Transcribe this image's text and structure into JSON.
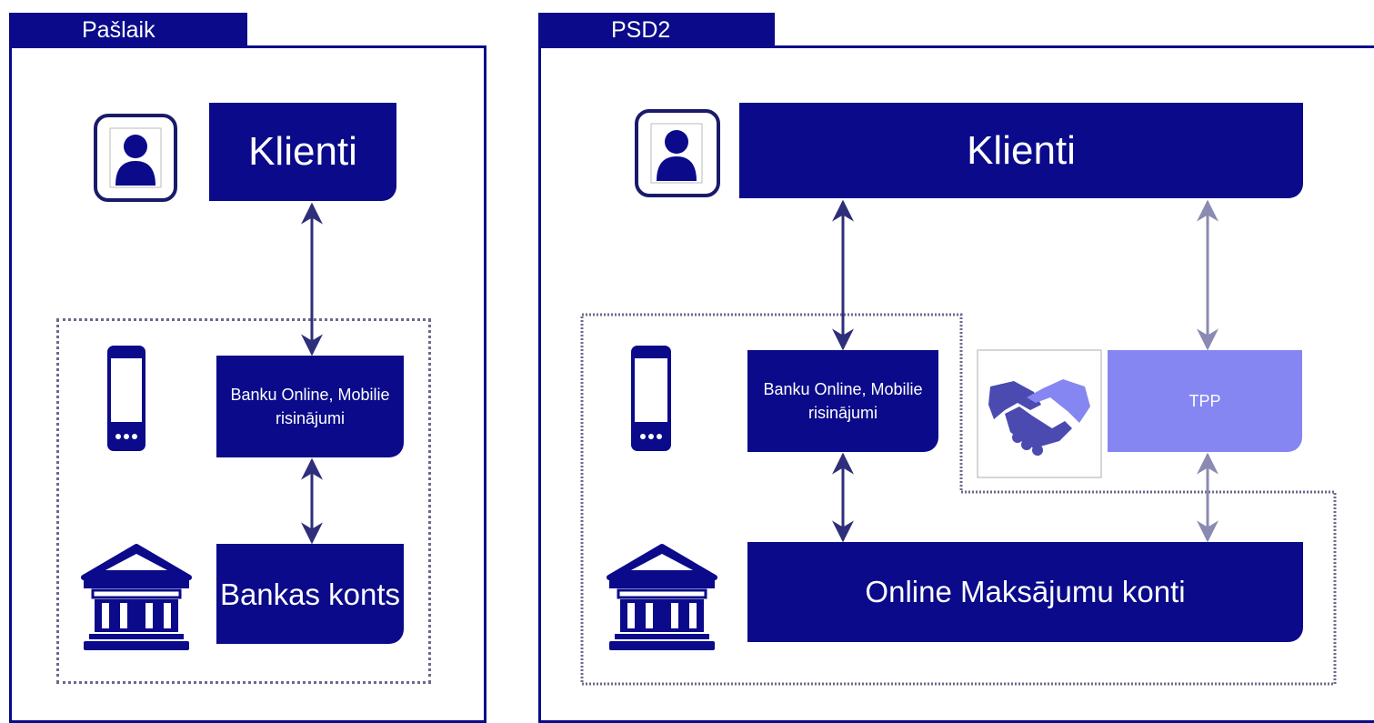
{
  "left_panel": {
    "tab_label": "Pašlaik",
    "clients_label": "Klienti",
    "online_label": "Banku Online, Mobilie risinājumi",
    "account_label": "Bankas konts"
  },
  "right_panel": {
    "tab_label": "PSD2",
    "clients_label": "Klienti",
    "online_label": "Banku Online, Mobilie risinājumi",
    "tpp_label": "TPP",
    "accounts_label": "Online Maksājumu konti"
  },
  "colors": {
    "primary": "#0a0a8a",
    "tpp": "#8686f2",
    "arrow_dark": "#2e2e7a",
    "arrow_light": "#8a8ab2",
    "dotted_border": "#6a6a8c"
  },
  "icons": [
    "person-icon",
    "smartphone-icon",
    "bank-building-icon",
    "handshake-icon"
  ]
}
